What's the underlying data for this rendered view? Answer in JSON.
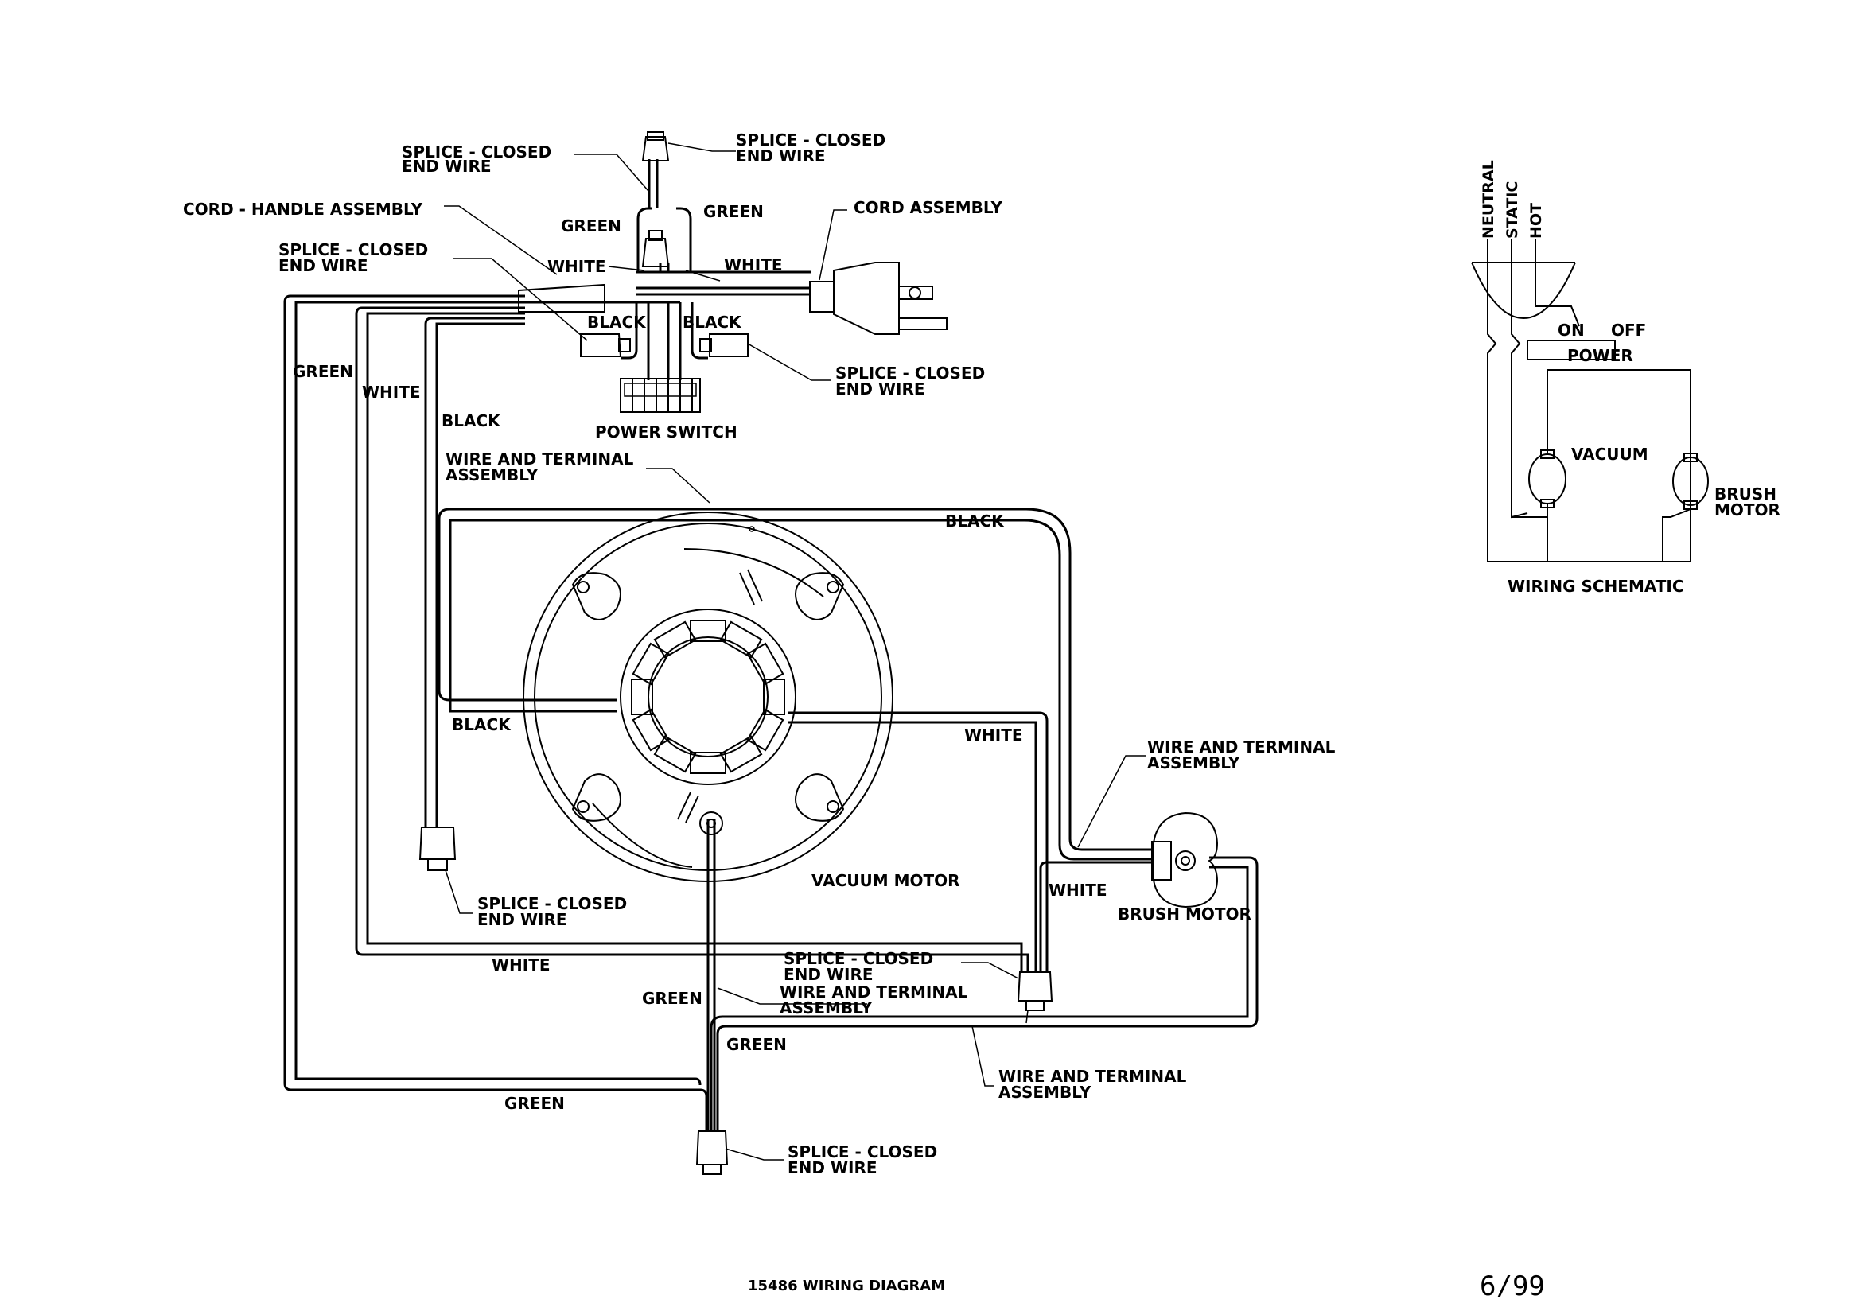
{
  "labels": {
    "splice_top": "SPLICE - CLOSED",
    "splice_top_2": "END WIRE",
    "splice_tl": "SPLICE - CLOSED",
    "splice_tl_2": "END WIRE",
    "splice_left": "SPLICE - CLOSED",
    "splice_left_2": "END WIRE",
    "splice_right": "SPLICE - CLOSED",
    "splice_right_2": "END WIRE",
    "splice_bl": "SPLICE - CLOSED",
    "splice_bl_2": "END WIRE",
    "splice_bm": "SPLICE - CLOSED",
    "splice_bm_2": "END WIRE",
    "splice_bottom": "SPLICE - CLOSED",
    "splice_bottom_2": "END WIRE",
    "cord_handle": "CORD - HANDLE ASSEMBLY",
    "cord_assembly": "CORD ASSEMBLY",
    "power_switch": "POWER SWITCH",
    "wta_top": "WIRE AND TERMINAL",
    "wta_top_2": "ASSEMBLY",
    "wta_right": "WIRE AND TERMINAL",
    "wta_right_2": "ASSEMBLY",
    "wta_mid": "WIRE AND TERMINAL",
    "wta_mid_2": "ASSEMBLY",
    "wta_bottom": "WIRE AND TERMINAL",
    "wta_bottom_2": "ASSEMBLY",
    "vacuum_motor": "VACUUM MOTOR",
    "brush_motor": "BRUSH MOTOR"
  },
  "wires": {
    "green_tl": "GREEN",
    "green_tr": "GREEN",
    "white_tl": "WHITE",
    "white_tr": "WHITE",
    "black_tl": "BLACK",
    "black_tr": "BLACK",
    "green_left": "GREEN",
    "white_left": "WHITE",
    "black_left": "BLACK",
    "black_top": "BLACK",
    "black_motor": "BLACK",
    "white_motor": "WHITE",
    "white_brush": "WHITE",
    "white_bottom": "WHITE",
    "green_mid": "GREEN",
    "green_lower": "GREEN",
    "green_bottom": "GREEN"
  },
  "schematic": {
    "neutral": "NEUTRAL",
    "static": "STATIC",
    "hot": "HOT",
    "on": "ON",
    "off": "OFF",
    "power": "POWER",
    "vacuum": "VACUUM",
    "brush": "BRUSH",
    "motor": "MOTOR",
    "title": "WIRING SCHEMATIC"
  },
  "footer": {
    "caption": "15486 WIRING DIAGRAM",
    "date": "6/99"
  }
}
